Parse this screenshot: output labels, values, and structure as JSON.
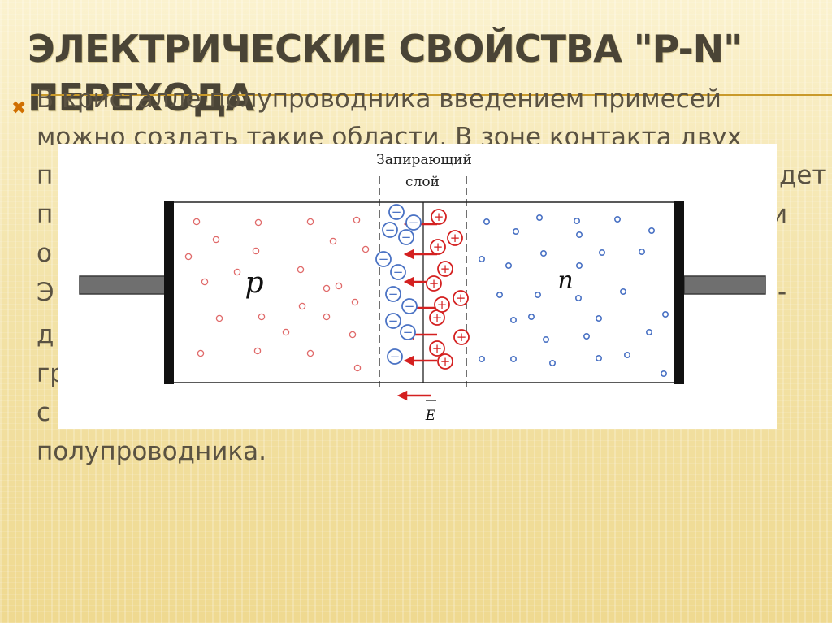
{
  "title": "ЭЛЕКТРИЧЕСКИЕ СВОЙСТВА \"P-N\" ПЕРЕХОДА",
  "bullet_icon": "x-mark-bullet",
  "colors": {
    "accent": "#d06f00",
    "divider": "#c99a2b",
    "text": "#5a5242",
    "p_particle": "#e06a6a",
    "n_particle": "#4a72c4",
    "arrow": "#d42020"
  },
  "text": {
    "lines": [
      "В кристалле полупроводника введением примесей",
      "можно создать такие области. В зоне контакта двух",
      "п",
      "дет",
      "п",
      "и",
      "о",
      "Э",
      "-",
      "д",
      "гр",
      "с",
      "полупроводника."
    ]
  },
  "diagram": {
    "barrier_label_line1": "Запирающий",
    "barrier_label_line2": "слой",
    "p_label": "p",
    "n_label": "n",
    "field_label": "E",
    "minus_sign": "−",
    "plus_sign": "+"
  }
}
